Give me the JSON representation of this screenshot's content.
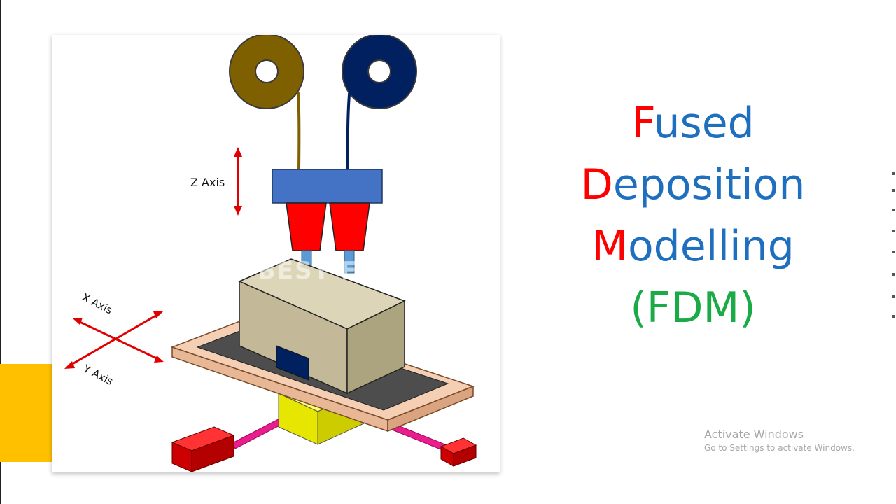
{
  "diagram": {
    "z_axis_label": "Z Axis",
    "x_axis_label": "X Axis",
    "y_axis_label": "Y Axis",
    "watermark": "BEST ENGINEER"
  },
  "title": {
    "line1": {
      "initial": "F",
      "rest": "used"
    },
    "line2": {
      "initial": "D",
      "rest": "eposition"
    },
    "line3": {
      "initial": "M",
      "rest": "odelling"
    },
    "abbreviation": "(FDM)"
  },
  "windows_watermark": {
    "heading": "Activate Windows",
    "subtext": "Go to Settings to activate Windows."
  },
  "colors": {
    "title_blue": "#1f6fbf",
    "initial_red": "#ff0000",
    "abbr_green": "#1aab46",
    "accent_yellow": "#ffc000",
    "spool_brown": "#7f6000",
    "spool_navy": "#002060",
    "head_blue": "#4472c4",
    "nozzle_red": "#ff0000"
  }
}
